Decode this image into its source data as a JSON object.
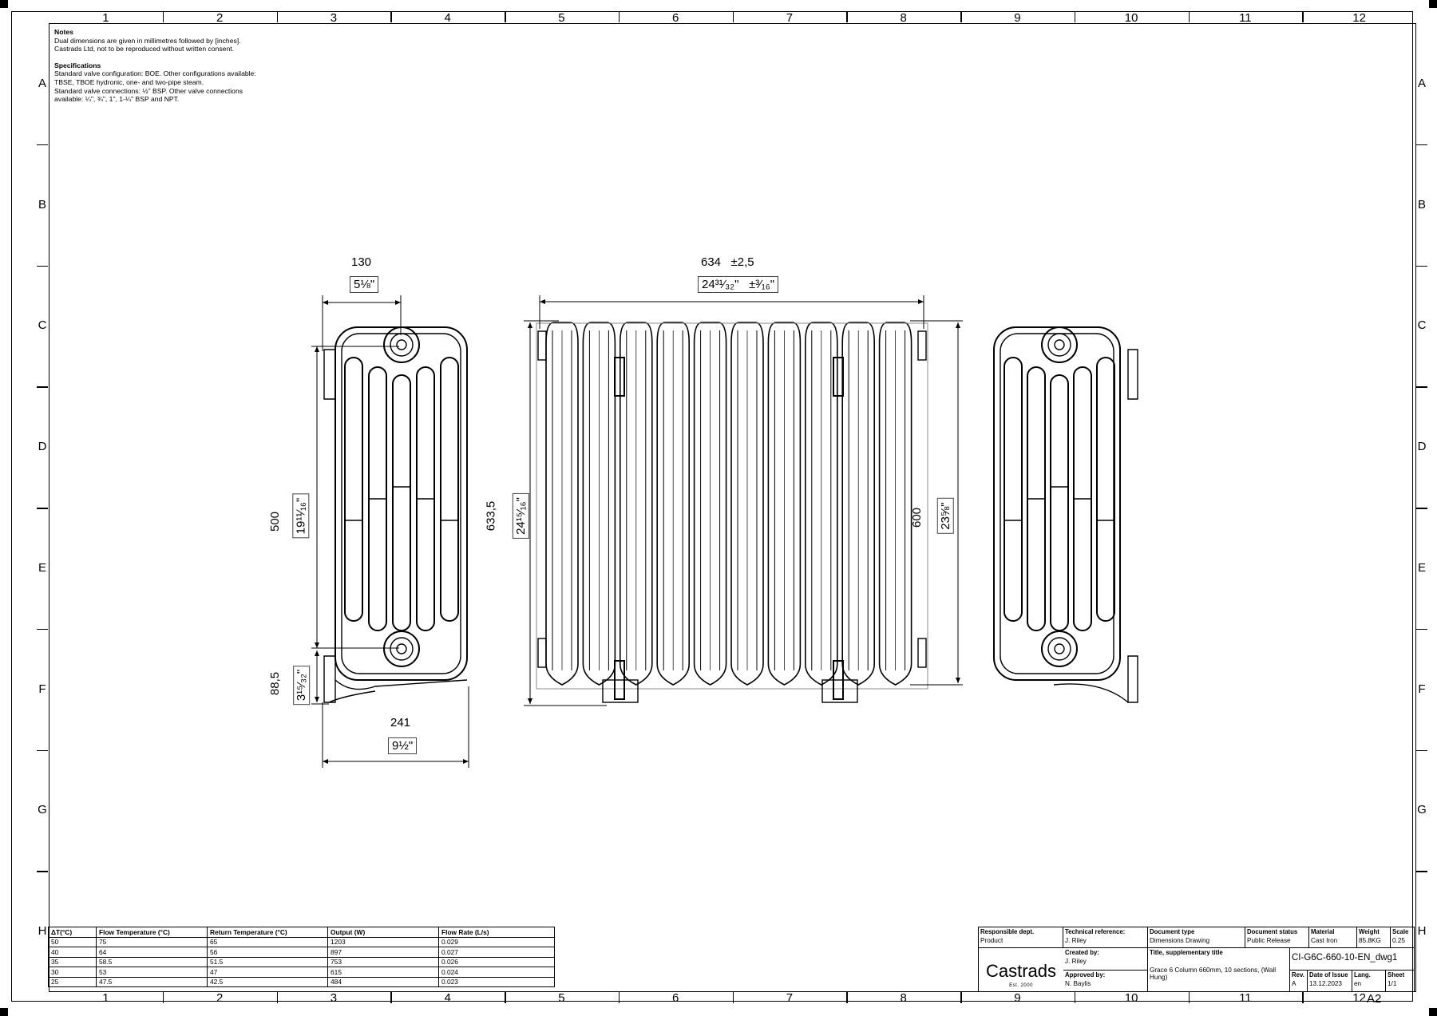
{
  "zones": {
    "columns": [
      "1",
      "2",
      "3",
      "4",
      "5",
      "6",
      "7",
      "8",
      "9",
      "10",
      "11",
      "12"
    ],
    "rows": [
      "A",
      "B",
      "C",
      "D",
      "E",
      "F",
      "G",
      "H"
    ]
  },
  "notes": {
    "heading": "Notes",
    "lines": [
      "Dual dimensions are given in millimetres followed by [inches].",
      "Castrads Ltd, not to be reproduced without written consent."
    ],
    "spec_heading": "Specifications",
    "spec_lines": [
      "Standard valve configuration: BOE. Other configurations available:",
      "TBSE, TBOE hydronic, one- and two-pipe steam.",
      "Standard valve connections: ½\" BSP. Other valve connections",
      "available: ¼\", ¾\", 1\", 1-¼\" BSP and NPT."
    ]
  },
  "dimensions": {
    "side_depth_mm": "130",
    "side_depth_in": "5⅛\"",
    "width_mm": "634",
    "width_tol_mm": "±2,5",
    "width_in": "24³¹⁄₃₂\"",
    "width_tol_in": "±³⁄₁₆\"",
    "centres_mm": "500",
    "centres_in": "19¹¹⁄₁₆\"",
    "bottom_mm": "88,5",
    "bottom_in": "3¹⁵⁄₃₂\"",
    "bracket_depth_mm": "241",
    "bracket_depth_in": "9½\"",
    "height_mm": "633,5",
    "height_in": "24¹⁵⁄₁₆\"",
    "section_height_mm": "600",
    "section_height_in": "23⅝\""
  },
  "performance_table": {
    "headers": [
      "ΔT(°C)",
      "Flow Temperature (°C)",
      "Return Temperature (°C)",
      "Output (W)",
      "Flow Rate (L/s)"
    ],
    "rows": [
      [
        "50",
        "75",
        "65",
        "1203",
        "0.029"
      ],
      [
        "40",
        "64",
        "56",
        "897",
        "0.027"
      ],
      [
        "35",
        "58.5",
        "51.5",
        "753",
        "0.026"
      ],
      [
        "30",
        "53",
        "47",
        "615",
        "0.024"
      ],
      [
        "25",
        "47.5",
        "42.5",
        "484",
        "0.023"
      ]
    ]
  },
  "title_block": {
    "responsible_dept_label": "Responsible dept.",
    "responsible_dept": "Product",
    "technical_ref_label": "Technical reference:",
    "technical_ref": "J. Riley",
    "document_type_label": "Document type",
    "document_type": "Dimensions Drawing",
    "document_status_label": "Document status",
    "document_status": "Public Release",
    "material_label": "Material",
    "material": "Cast Iron",
    "weight_label": "Weight",
    "weight": "85.8KG",
    "scale_label": "Scale",
    "scale": "0.25",
    "created_by_label": "Created by:",
    "created_by": "J. Riley",
    "approved_by_label": "Approved by:",
    "approved_by": "N. Baylis",
    "title_label": "Title, supplementary title",
    "title": "Grace 6 Column 660mm, 10 sections, (Wall Hung)",
    "drawing_number": "CI-G6C-660-10-EN_dwg1",
    "rev_label": "Rev.",
    "rev": "A",
    "date_label": "Date of Issue",
    "date": "13.12.2023",
    "lang_label": "Lang.",
    "lang": "en",
    "sheet_label": "Sheet",
    "sheet": "1/1",
    "logo_name": "Castrads",
    "logo_est": "Est. 2000",
    "paper_size": "A2"
  },
  "colors": {
    "line": "#000000",
    "fill": "#ffffff"
  }
}
